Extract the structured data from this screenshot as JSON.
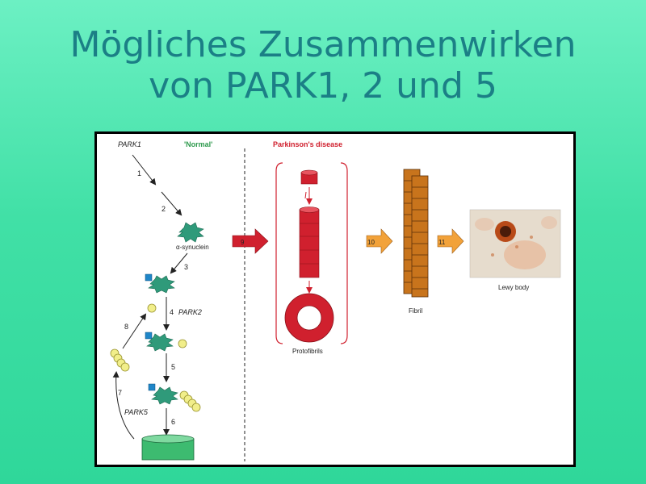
{
  "slide": {
    "title_line1": "Mögliches Zusammenwirken",
    "title_line2": "von PARK1, 2 und 5"
  },
  "diagram": {
    "normal_label": "'Normal'",
    "disease_label": "Parkinson's disease",
    "park1_label": "PARK1",
    "park2_label": "PARK2",
    "park5_label": "PARK5",
    "synuclein_label": "α-synuclein",
    "protofibrils_label": "Protofibrils",
    "fibril_label": "Fibril",
    "lewy_label": "Lewy body",
    "steps": [
      "1",
      "2",
      "3",
      "4",
      "5",
      "6",
      "7",
      "8",
      "9",
      "10",
      "11"
    ],
    "colors": {
      "title": "#1b7f86",
      "normal_green": "#2e9a4d",
      "disease_red": "#d0202e",
      "fibril_orange": "#c8741c",
      "arrow_orange": "#f2a23a",
      "synuclein_teal": "#2f9a7a",
      "ubiquitin_yellow": "#f1ee8a",
      "marker_blue": "#1f86c8",
      "proteasome_green": "#3dbb70"
    }
  }
}
